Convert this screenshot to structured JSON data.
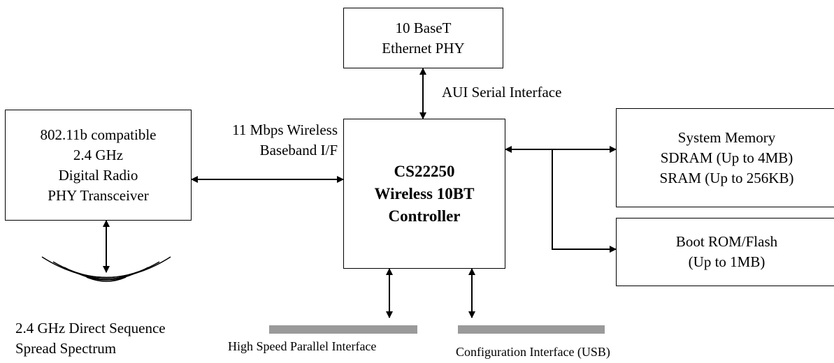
{
  "ethernet_phy": {
    "line1": "10 BaseT",
    "line2": "Ethernet PHY"
  },
  "aui_label": "AUI  Serial Interface",
  "radio": {
    "line1": "802.11b compatible",
    "line2": "2.4 GHz",
    "line3": "Digital Radio",
    "line4": "PHY Transceiver"
  },
  "baseband_label": {
    "line1": "11 Mbps  Wireless",
    "line2": "Baseband I/F"
  },
  "controller": {
    "line1": "CS22250",
    "line2": "Wireless 10BT",
    "line3": "Controller"
  },
  "system_memory": {
    "line1": "System Memory",
    "line2": "SDRAM (Up to 4MB)",
    "line3": "SRAM (Up to 256KB)"
  },
  "boot_rom": {
    "line1": "Boot ROM/Flash",
    "line2": "(Up to 1MB)"
  },
  "spread_spectrum": {
    "line1": "2.4 GHz Direct Sequence",
    "line2": "Spread Spectrum"
  },
  "parallel_interface": "High Speed Parallel Interface",
  "config_interface": "Configuration Interface (USB)"
}
